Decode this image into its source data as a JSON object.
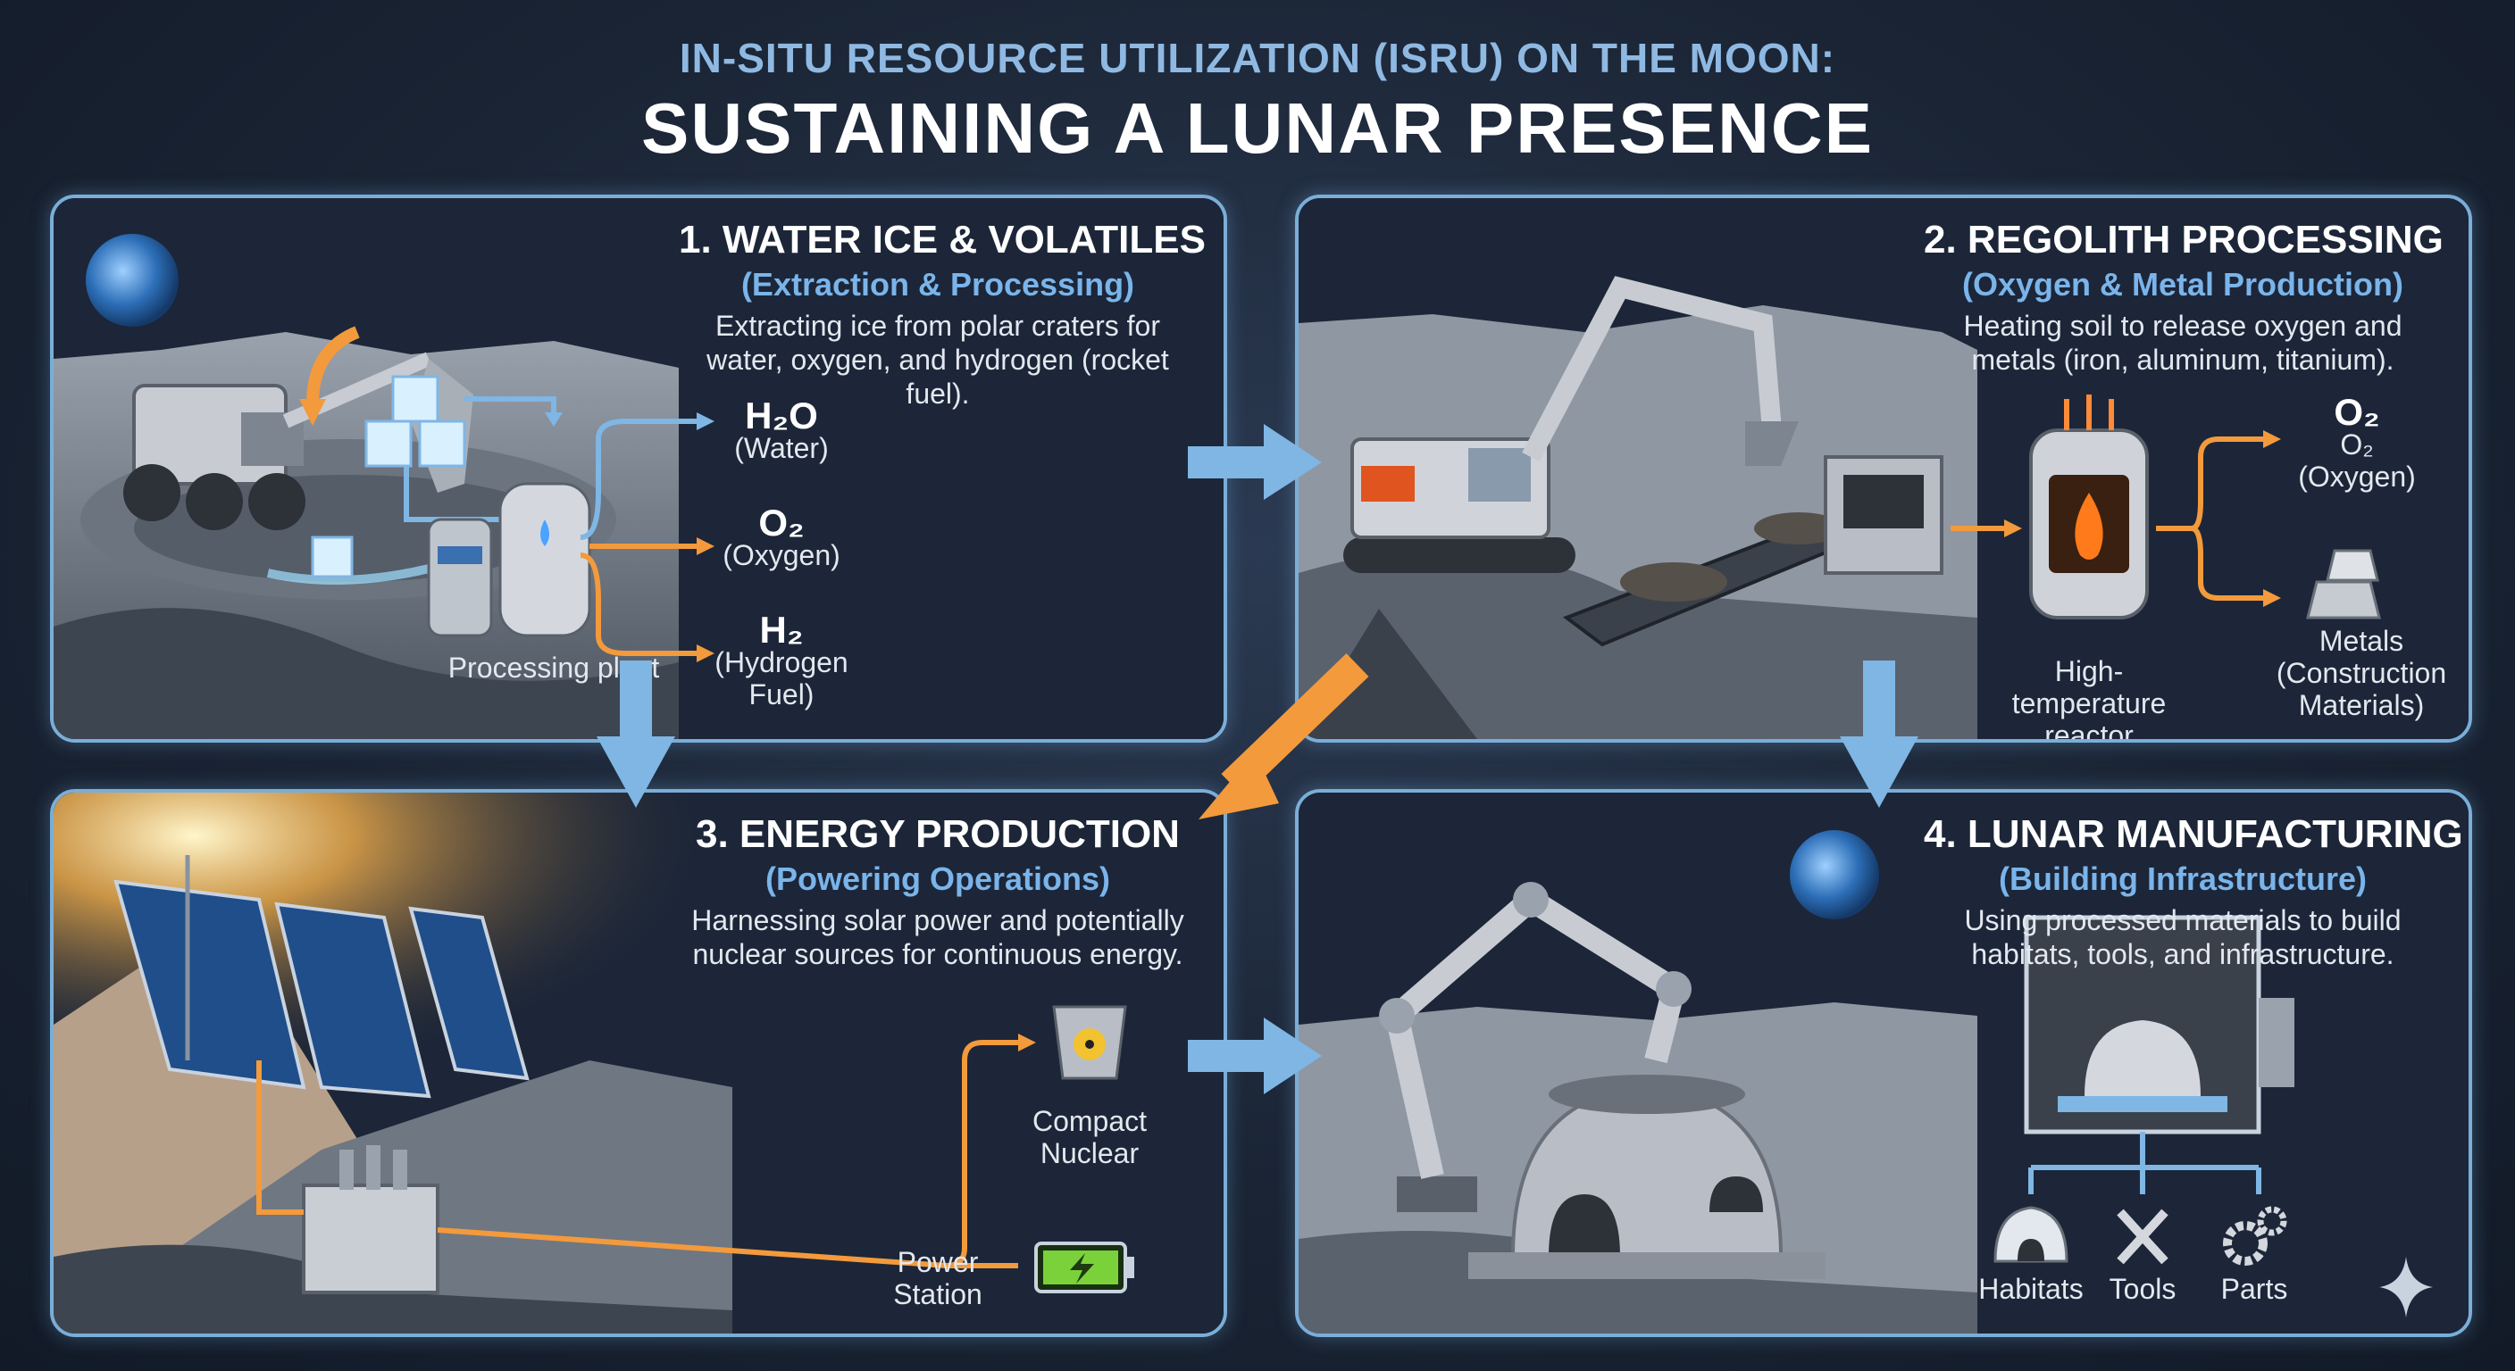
{
  "header": {
    "subtitle": "IN-SITU RESOURCE UTILIZATION (ISRU) ON THE MOON:",
    "title": "SUSTAINING A LUNAR PRESENCE"
  },
  "panels": [
    {
      "title": "1. WATER ICE & VOLATILES",
      "subtitle": "(Extraction & Processing)",
      "description": "Extracting ice from polar craters for water, oxygen, and hydrogen (rocket fuel).",
      "plant_label": "Processing plant",
      "outputs": [
        {
          "formula": "H₂O",
          "label": "(Water)"
        },
        {
          "formula": "O₂",
          "label": "(Oxygen)"
        },
        {
          "formula": "H₂",
          "label": "(Hydrogen Fuel)"
        }
      ]
    },
    {
      "title": "2. REGOLITH PROCESSING",
      "subtitle": "(Oxygen & Metal Production)",
      "description": "Heating soil to release oxygen and metals (iron, aluminum, titanium).",
      "reactor_label": "High-temperature reactor",
      "outputs": [
        {
          "formula": "O₂",
          "label": "O₂ (Oxygen)"
        },
        {
          "formula": "",
          "label": "Metals (Construction Materials)"
        }
      ]
    },
    {
      "title": "3. ENERGY PRODUCTION",
      "subtitle": "(Powering Operations)",
      "description": "Harnessing solar power and potentially nuclear sources for continuous energy.",
      "nuclear_label": "Compact Nuclear",
      "station_label": "Power Station"
    },
    {
      "title": "4. LUNAR MANUFACTURING",
      "subtitle": "(Building Infrastructure)",
      "description": "Using processed materials to build habitats, tools, and infrastructure.",
      "products": [
        "Habitats",
        "Tools",
        "Parts"
      ]
    }
  ],
  "icons": [
    "earth-icon",
    "ice-cube-icon",
    "water-drop-icon",
    "fire-icon",
    "metal-ingot-icon",
    "nuclear-icon",
    "battery-icon",
    "igloo-icon",
    "tools-icon",
    "gears-icon",
    "sparkle-icon"
  ],
  "colors": {
    "panel_border": "#7aaed8",
    "flow_blue": "#7fb6e4",
    "flow_orange": "#f39a3c",
    "subtitle_blue": "#7ab4ea",
    "battery_green": "#7bd13a"
  }
}
